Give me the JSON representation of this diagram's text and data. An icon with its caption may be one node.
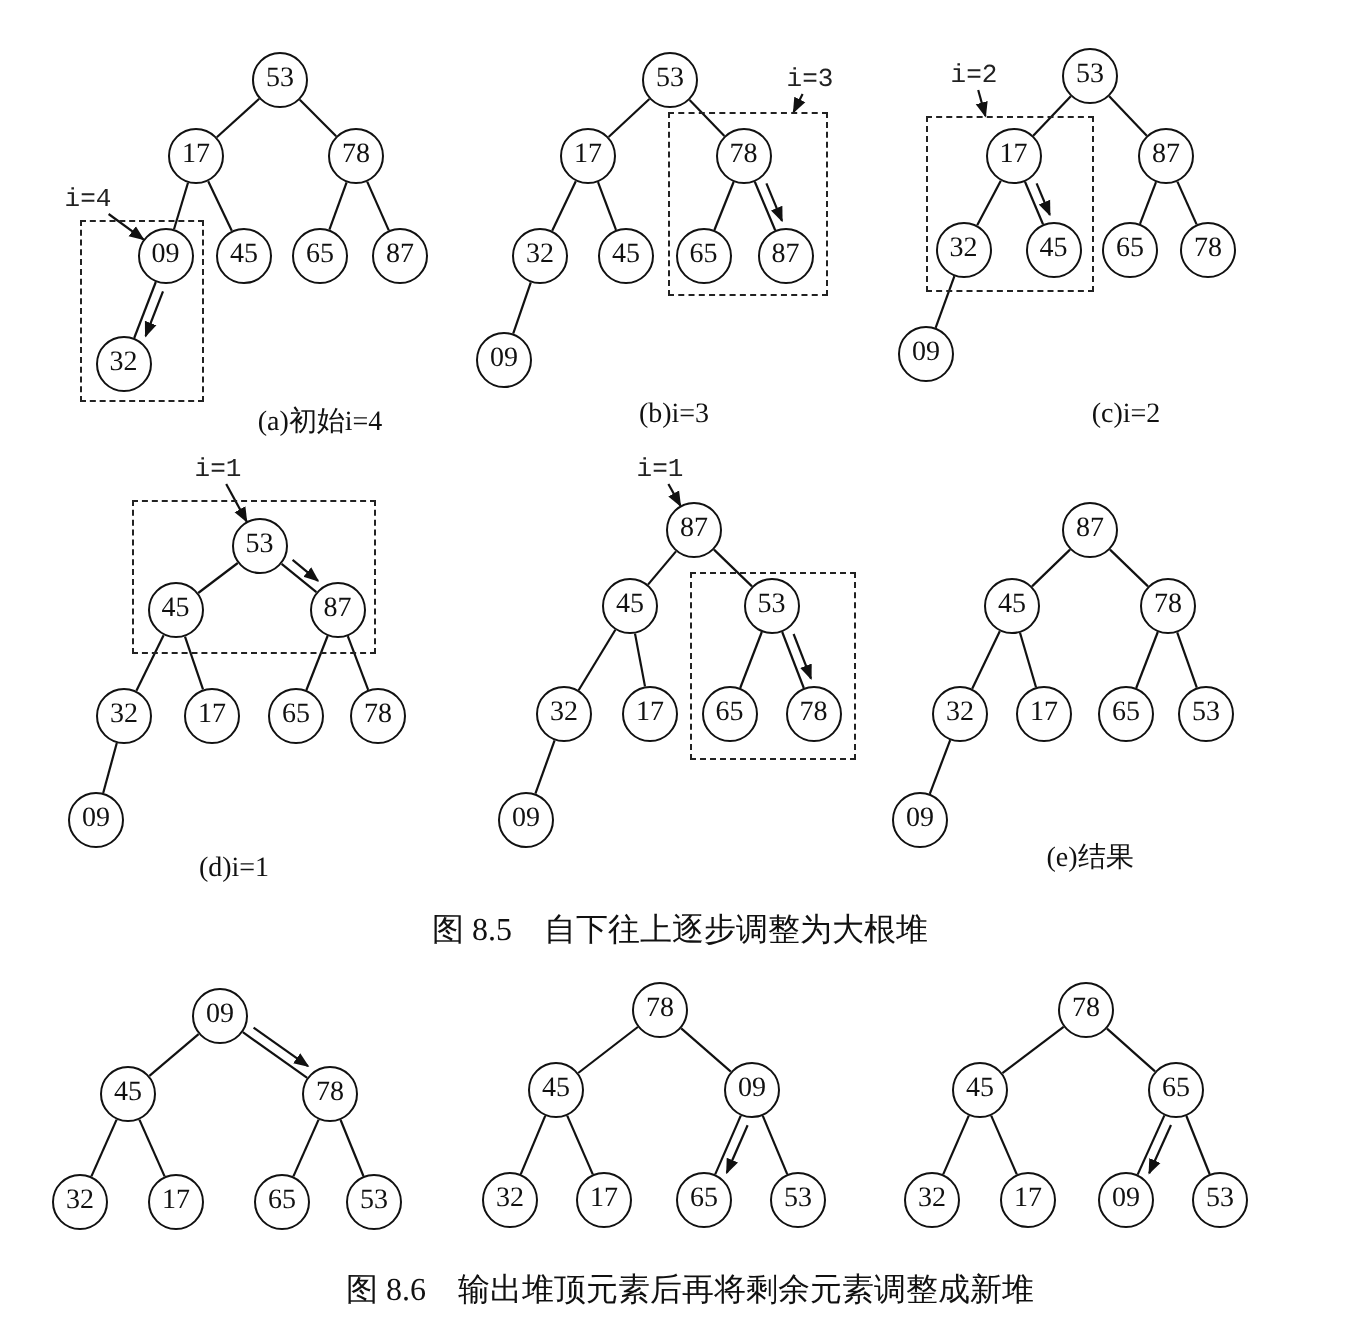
{
  "diagram": {
    "nodes": [
      {
        "text": [
          "i=4"
        ]
      },
      {
        "text": [
          "53"
        ]
      },
      {
        "text": [
          "17"
        ]
      },
      {
        "text": [
          "78"
        ]
      },
      {
        "text": [],
        "shape": "box"
      },
      {
        "text": [
          "09"
        ],
        "in": 4
      },
      {
        "text": [
          "45"
        ]
      },
      {
        "text": [
          "65"
        ]
      },
      {
        "text": [
          "87"
        ]
      },
      {
        "text": [
          "32"
        ],
        "in": 4
      },
      {
        "text": [
          "i=3"
        ]
      },
      {
        "text": [
          "53"
        ]
      },
      {
        "text": [
          "17"
        ]
      },
      {
        "text": [],
        "shape": "box"
      },
      {
        "text": [
          "78"
        ],
        "in": 13
      },
      {
        "text": [
          "32"
        ]
      },
      {
        "text": [
          "45"
        ]
      },
      {
        "text": [
          "65"
        ],
        "in": 13
      },
      {
        "text": [
          "87"
        ],
        "in": 13
      },
      {
        "text": [
          "09"
        ]
      },
      {
        "text": [
          "i=2"
        ]
      },
      {
        "text": [
          "53"
        ]
      },
      {
        "text": [],
        "shape": "box"
      },
      {
        "text": [
          "17"
        ],
        "in": 22
      },
      {
        "text": [
          "87"
        ]
      },
      {
        "text": [
          "32"
        ],
        "in": 22
      },
      {
        "text": [
          "45"
        ],
        "in": 22
      },
      {
        "text": [
          "65"
        ]
      },
      {
        "text": [
          "78"
        ]
      },
      {
        "text": [
          "09"
        ]
      },
      {
        "text": [
          "i=1"
        ]
      },
      {
        "text": [],
        "shape": "box"
      },
      {
        "text": [
          "53"
        ],
        "in": 31
      },
      {
        "text": [
          "45"
        ],
        "in": 31
      },
      {
        "text": [
          "87"
        ],
        "in": 31
      },
      {
        "text": [
          "32"
        ]
      },
      {
        "text": [
          "17"
        ]
      },
      {
        "text": [
          "65"
        ]
      },
      {
        "text": [
          "78"
        ]
      },
      {
        "text": [
          "09"
        ]
      },
      {
        "text": [
          "i=1"
        ]
      },
      {
        "text": [
          "87"
        ]
      },
      {
        "text": [
          "45"
        ]
      },
      {
        "text": [],
        "shape": "box"
      },
      {
        "text": [
          "53"
        ],
        "in": 43
      },
      {
        "text": [
          "32"
        ]
      },
      {
        "text": [
          "17"
        ]
      },
      {
        "text": [
          "65"
        ],
        "in": 43
      },
      {
        "text": [
          "78"
        ],
        "in": 43
      },
      {
        "text": [
          "09"
        ]
      },
      {
        "text": [
          "87"
        ]
      },
      {
        "text": [
          "45"
        ]
      },
      {
        "text": [
          "78"
        ]
      },
      {
        "text": [
          "32"
        ]
      },
      {
        "text": [
          "17"
        ]
      },
      {
        "text": [
          "65"
        ]
      },
      {
        "text": [
          "53"
        ]
      },
      {
        "text": [
          "09"
        ]
      },
      {
        "text": [
          "09"
        ]
      },
      {
        "text": [
          "45"
        ]
      },
      {
        "text": [
          "78"
        ]
      },
      {
        "text": [
          "32"
        ]
      },
      {
        "text": [
          "17"
        ]
      },
      {
        "text": [
          "65"
        ]
      },
      {
        "text": [
          "53"
        ]
      },
      {
        "text": [
          "78"
        ]
      },
      {
        "text": [
          "45"
        ]
      },
      {
        "text": [
          "09"
        ]
      },
      {
        "text": [
          "32"
        ]
      },
      {
        "text": [
          "17"
        ]
      },
      {
        "text": [
          "65"
        ]
      },
      {
        "text": [
          "53"
        ]
      },
      {
        "text": [
          "78"
        ]
      },
      {
        "text": [
          "45"
        ]
      },
      {
        "text": [
          "65"
        ]
      },
      {
        "text": [
          "32"
        ]
      },
      {
        "text": [
          "17"
        ]
      },
      {
        "text": [
          "09"
        ]
      },
      {
        "text": [
          "53"
        ]
      }
    ],
    "edges": [
      {
        "from": 1,
        "to": 2,
        "arrow": "none"
      },
      {
        "from": 1,
        "to": 3,
        "arrow": "none"
      },
      {
        "from": 2,
        "to": 5,
        "arrow": "none"
      },
      {
        "from": 2,
        "to": 6,
        "arrow": "none"
      },
      {
        "from": 3,
        "to": 7,
        "arrow": "none"
      },
      {
        "from": 3,
        "to": 8,
        "arrow": "none"
      },
      {
        "from": 5,
        "to": 9,
        "arrow": "none"
      },
      {
        "from": 5,
        "to": 9,
        "arrow": "to"
      },
      {
        "from": 0,
        "to": 5,
        "arrow": "to"
      },
      {
        "from": 11,
        "to": 12,
        "arrow": "none"
      },
      {
        "from": 11,
        "to": 14,
        "arrow": "none"
      },
      {
        "from": 12,
        "to": 15,
        "arrow": "none"
      },
      {
        "from": 12,
        "to": 16,
        "arrow": "none"
      },
      {
        "from": 14,
        "to": 17,
        "arrow": "none"
      },
      {
        "from": 14,
        "to": 18,
        "arrow": "none"
      },
      {
        "from": 15,
        "to": 19,
        "arrow": "none"
      },
      {
        "from": 14,
        "to": 18,
        "arrow": "to"
      },
      {
        "from": 10,
        "to": 13,
        "arrow": "to"
      },
      {
        "from": 21,
        "to": 23,
        "arrow": "none"
      },
      {
        "from": 21,
        "to": 24,
        "arrow": "none"
      },
      {
        "from": 23,
        "to": 25,
        "arrow": "none"
      },
      {
        "from": 23,
        "to": 26,
        "arrow": "none"
      },
      {
        "from": 24,
        "to": 27,
        "arrow": "none"
      },
      {
        "from": 24,
        "to": 28,
        "arrow": "none"
      },
      {
        "from": 25,
        "to": 29,
        "arrow": "none"
      },
      {
        "from": 23,
        "to": 26,
        "arrow": "to"
      },
      {
        "from": 20,
        "to": 22,
        "arrow": "to"
      },
      {
        "from": 32,
        "to": 33,
        "arrow": "none"
      },
      {
        "from": 32,
        "to": 34,
        "arrow": "none"
      },
      {
        "from": 33,
        "to": 35,
        "arrow": "none"
      },
      {
        "from": 33,
        "to": 36,
        "arrow": "none"
      },
      {
        "from": 34,
        "to": 37,
        "arrow": "none"
      },
      {
        "from": 34,
        "to": 38,
        "arrow": "none"
      },
      {
        "from": 35,
        "to": 39,
        "arrow": "none"
      },
      {
        "from": 32,
        "to": 34,
        "arrow": "to"
      },
      {
        "from": 30,
        "to": 32,
        "arrow": "to"
      },
      {
        "from": 41,
        "to": 42,
        "arrow": "none"
      },
      {
        "from": 41,
        "to": 44,
        "arrow": "none"
      },
      {
        "from": 42,
        "to": 45,
        "arrow": "none"
      },
      {
        "from": 42,
        "to": 46,
        "arrow": "none"
      },
      {
        "from": 44,
        "to": 47,
        "arrow": "none"
      },
      {
        "from": 44,
        "to": 48,
        "arrow": "none"
      },
      {
        "from": 45,
        "to": 49,
        "arrow": "none"
      },
      {
        "from": 44,
        "to": 48,
        "arrow": "to"
      },
      {
        "from": 40,
        "to": 41,
        "arrow": "to"
      },
      {
        "from": 50,
        "to": 51,
        "arrow": "none"
      },
      {
        "from": 50,
        "to": 52,
        "arrow": "none"
      },
      {
        "from": 51,
        "to": 53,
        "arrow": "none"
      },
      {
        "from": 51,
        "to": 54,
        "arrow": "none"
      },
      {
        "from": 52,
        "to": 55,
        "arrow": "none"
      },
      {
        "from": 52,
        "to": 56,
        "arrow": "none"
      },
      {
        "from": 53,
        "to": 57,
        "arrow": "none"
      },
      {
        "from": 58,
        "to": 59,
        "arrow": "none"
      },
      {
        "from": 58,
        "to": 60,
        "arrow": "none"
      },
      {
        "from": 59,
        "to": 61,
        "arrow": "none"
      },
      {
        "from": 59,
        "to": 62,
        "arrow": "none"
      },
      {
        "from": 60,
        "to": 63,
        "arrow": "none"
      },
      {
        "from": 60,
        "to": 64,
        "arrow": "none"
      },
      {
        "from": 58,
        "to": 60,
        "arrow": "to"
      },
      {
        "from": 65,
        "to": 66,
        "arrow": "none"
      },
      {
        "from": 65,
        "to": 67,
        "arrow": "none"
      },
      {
        "from": 66,
        "to": 68,
        "arrow": "none"
      },
      {
        "from": 66,
        "to": 69,
        "arrow": "none"
      },
      {
        "from": 67,
        "to": 70,
        "arrow": "none"
      },
      {
        "from": 67,
        "to": 71,
        "arrow": "none"
      },
      {
        "from": 67,
        "to": 70,
        "arrow": "to"
      },
      {
        "from": 72,
        "to": 73,
        "arrow": "none"
      },
      {
        "from": 72,
        "to": 74,
        "arrow": "none"
      },
      {
        "from": 73,
        "to": 75,
        "arrow": "none"
      },
      {
        "from": 73,
        "to": 76,
        "arrow": "none"
      },
      {
        "from": 74,
        "to": 77,
        "arrow": "none"
      },
      {
        "from": 74,
        "to": 78,
        "arrow": "none"
      },
      {
        "from": 74,
        "to": 77,
        "arrow": "to"
      }
    ],
    "labels": [
      "(a)初始i=4",
      "(b)i=3",
      "(c)i=2",
      "(d)i=1",
      "(e)结果",
      "图 8.5　自下往上逐步调整为大根堆",
      "图 8.6　输出堆顶元素后再将剩余元素调整成新堆"
    ]
  }
}
